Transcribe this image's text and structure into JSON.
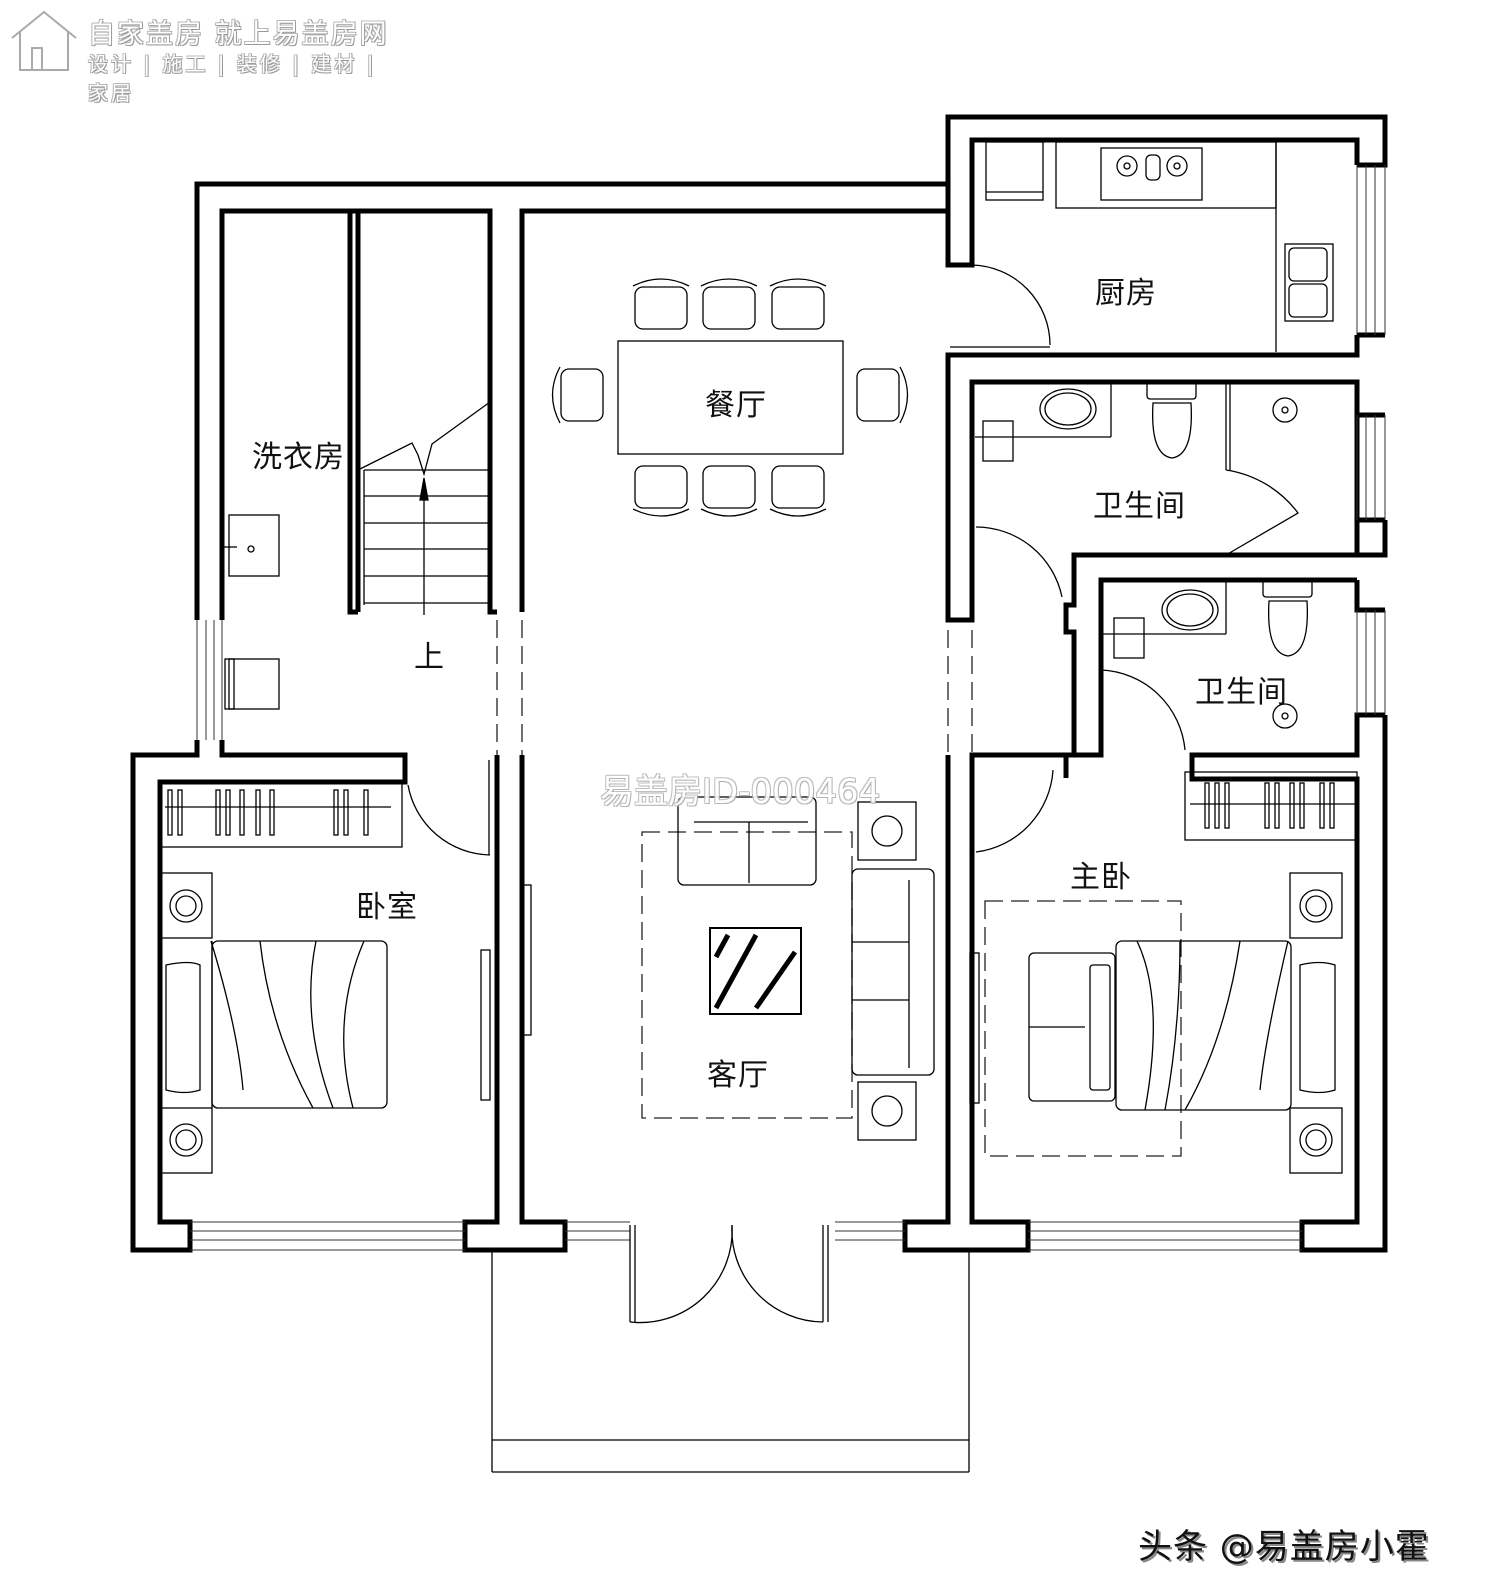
{
  "header": {
    "logo_title": "自家盖房 就上易盖房网",
    "logo_tagline": "设计 | 施工 | 装修 | 建材 | 家居",
    "logo_icon": "house-icon"
  },
  "watermark": {
    "text": "易盖房ID-000464"
  },
  "credit": {
    "text": "头条 @易盖房小霍"
  },
  "rooms": {
    "kitchen": "厨房",
    "dining": "餐厅",
    "laundry": "洗衣房",
    "stairs_up": "上",
    "bathroom_1": "卫生间",
    "bathroom_2": "卫生间",
    "bedroom": "卧室",
    "living": "客厅",
    "master_bedroom": "主卧"
  },
  "colors": {
    "wall": "#000000",
    "background": "#ffffff",
    "watermark": "#bbbbbb"
  }
}
